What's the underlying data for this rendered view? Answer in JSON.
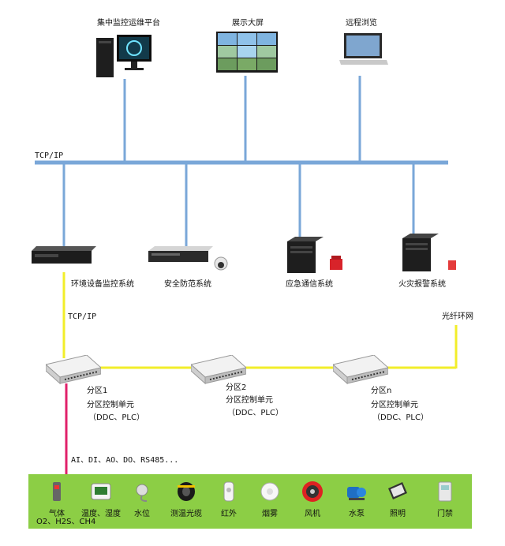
{
  "top": {
    "platform": "集中监控运维平台",
    "display": "展示大屏",
    "remote": "远程浏览"
  },
  "network": {
    "bus_label": "TCP/IP",
    "link_label": "TCP/IP",
    "fiber_label": "光纤环网"
  },
  "systems": [
    {
      "label": "环境设备监控系统",
      "icon": "rack-server-icon"
    },
    {
      "label": "安全防范系统",
      "icon": "nvr-camera-icon"
    },
    {
      "label": "应急通信系统",
      "icon": "tower-server-phone-icon"
    },
    {
      "label": "火灾报警系统",
      "icon": "tower-server-alarm-icon"
    }
  ],
  "zones": [
    {
      "name": "分区1",
      "unit": "分区控制单元",
      "type": "（DDC、PLC）"
    },
    {
      "name": "分区2",
      "unit": "分区控制单元",
      "type": "（DDC、PLC）"
    },
    {
      "name": "分区n",
      "unit": "分区控制单元",
      "type": "（DDC、PLC）"
    }
  ],
  "io_label": "AI、DI、AO、DO、RS485...",
  "sensors": [
    {
      "label": "气体",
      "icon": "gas-detector-icon"
    },
    {
      "label": "温度、湿度",
      "icon": "thermometer-hygrometer-icon"
    },
    {
      "label": "水位",
      "icon": "water-level-sensor-icon"
    },
    {
      "label": "测温光缆",
      "icon": "fiber-cable-icon"
    },
    {
      "label": "红外",
      "icon": "infrared-sensor-icon"
    },
    {
      "label": "烟雾",
      "icon": "smoke-detector-icon"
    },
    {
      "label": "风机",
      "icon": "fan-icon"
    },
    {
      "label": "水泵",
      "icon": "water-pump-icon"
    },
    {
      "label": "照明",
      "icon": "light-icon"
    },
    {
      "label": "门禁",
      "icon": "access-control-icon"
    }
  ],
  "gas_types": "O2、H2S、CH4",
  "colors": {
    "bus": "#7aa7d8",
    "fiber": "#f2ee2a",
    "field_bus": "#e0206a",
    "sensor_band": "#8cce45"
  }
}
